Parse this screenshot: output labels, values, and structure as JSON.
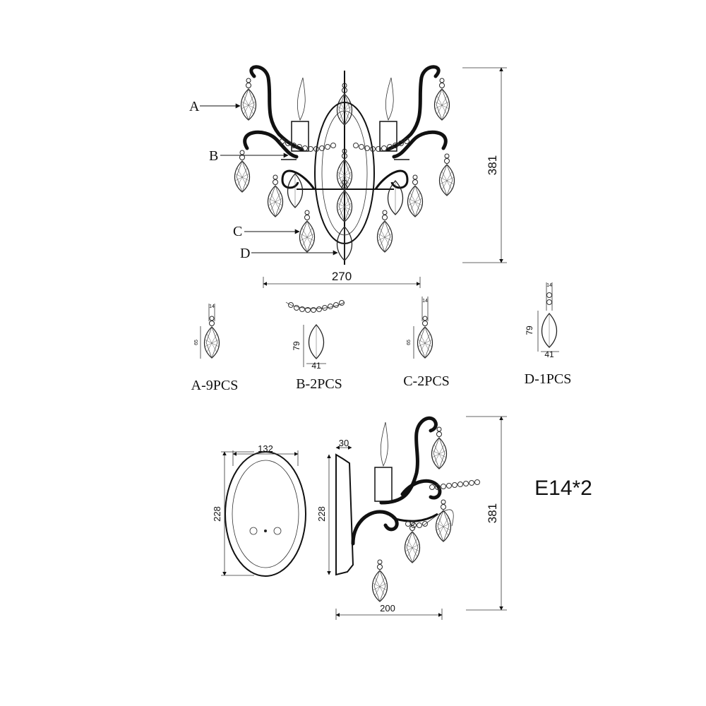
{
  "front_view": {
    "callouts": [
      "A",
      "B",
      "C",
      "D"
    ],
    "width_label": "270",
    "height_label": "381"
  },
  "parts": [
    {
      "caption": "A-9PCS",
      "top": "14",
      "height": "65"
    },
    {
      "caption": "B-2PCS",
      "height": "79",
      "width": "41"
    },
    {
      "caption": "C-2PCS",
      "top": "14",
      "height": "65"
    },
    {
      "caption": "D-1PCS",
      "top": "14",
      "height": "79",
      "width": "41"
    }
  ],
  "backplate": {
    "width_label": "132",
    "height_label": "228"
  },
  "side_view": {
    "depth_label": "30",
    "plate_height_label": "228",
    "height_label": "381",
    "projection_label": "200"
  },
  "bulb_spec": "E14*2"
}
